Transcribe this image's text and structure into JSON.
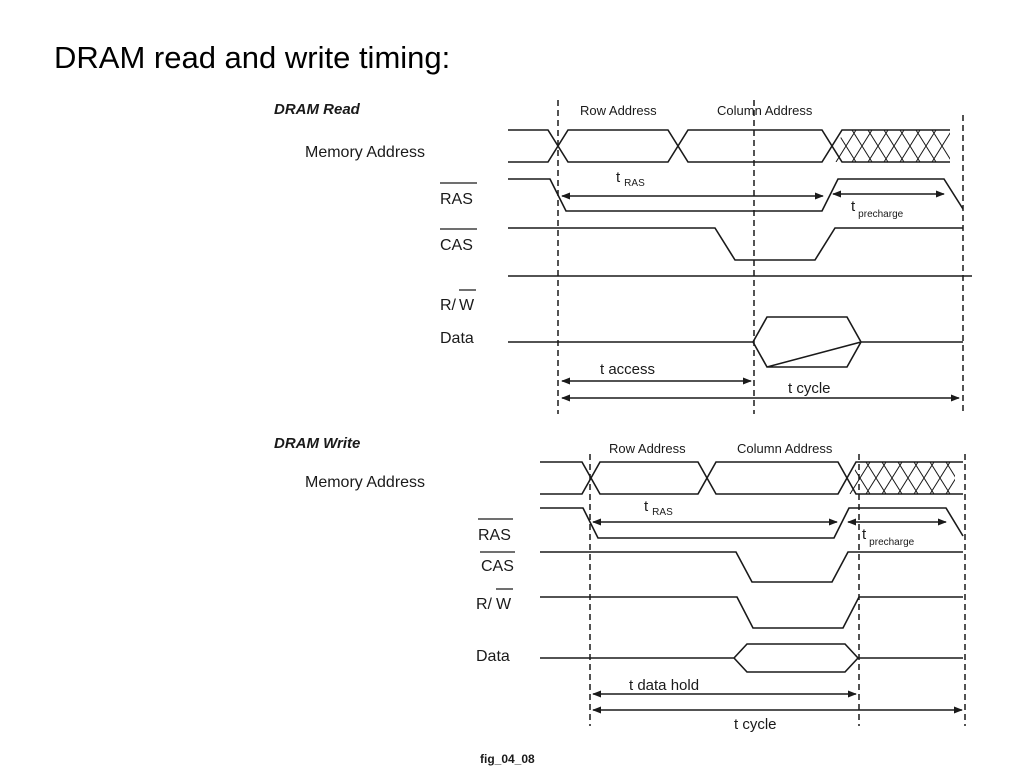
{
  "title": "DRAM read and write timing:",
  "figure_label": "fig_04_08",
  "read": {
    "section": "DRAM Read",
    "row_address": "Row Address",
    "column_address": "Column Address",
    "memory_address": "Memory Address",
    "ras": "RAS",
    "cas": "CAS",
    "rw_r": "R/",
    "rw_w": "W",
    "data": "Data",
    "t_ras": {
      "t": "t",
      "sub": "RAS"
    },
    "t_precharge": {
      "t": "t",
      "sub": "precharge"
    },
    "t_access": "t access",
    "t_cycle": "t cycle"
  },
  "write": {
    "section": "DRAM Write",
    "row_address": "Row Address",
    "column_address": "Column Address",
    "memory_address": "Memory Address",
    "ras": "RAS",
    "cas": "CAS",
    "rw_r": "R/",
    "rw_w": "W",
    "data": "Data",
    "t_ras": {
      "t": "t",
      "sub": "RAS"
    },
    "t_precharge": {
      "t": "t",
      "sub": "precharge"
    },
    "t_data_hold": "t data hold",
    "t_cycle": "t cycle"
  }
}
